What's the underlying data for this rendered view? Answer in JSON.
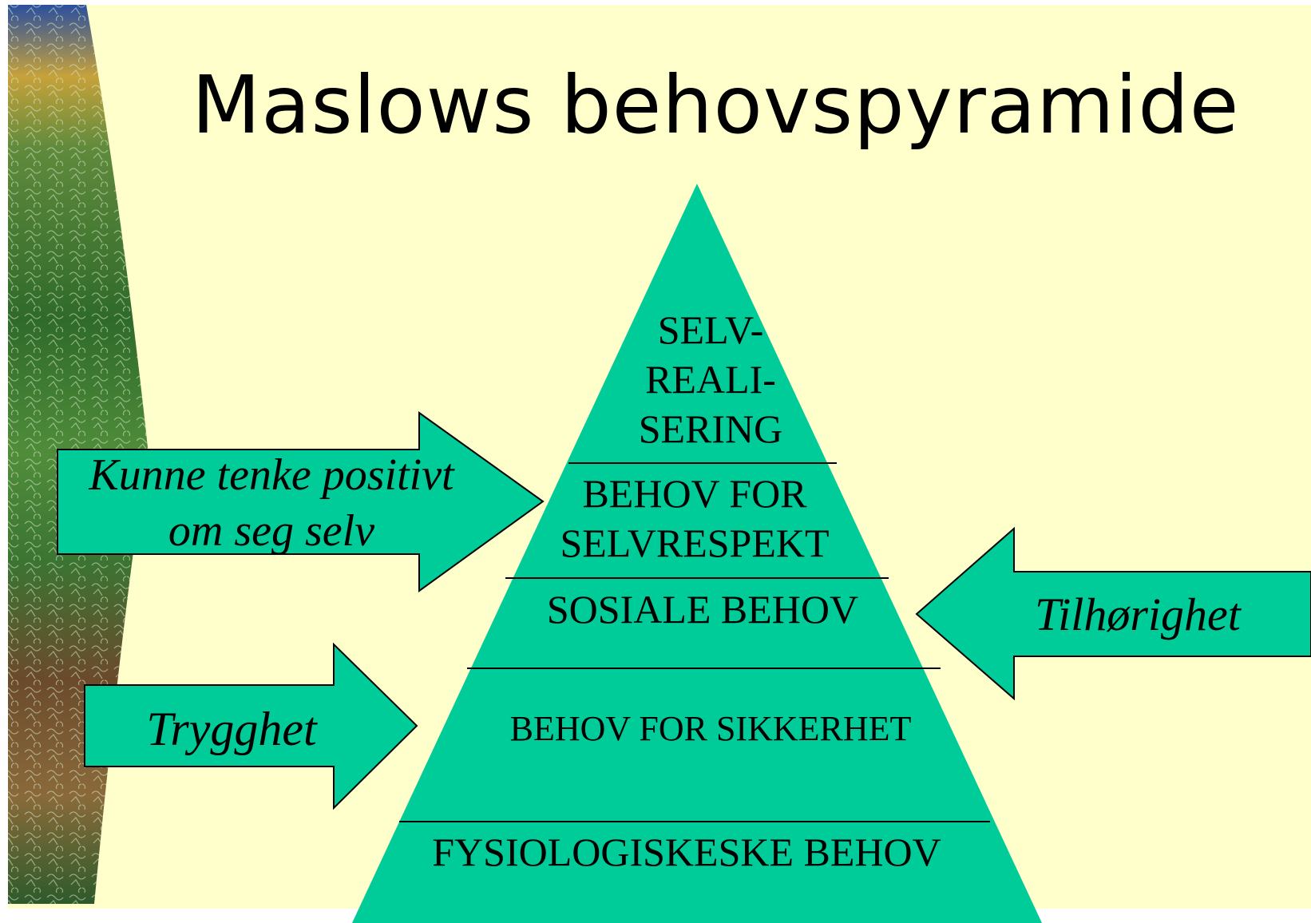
{
  "title": "Maslows behovspyramide",
  "colors": {
    "background": "#ffffcc",
    "pyramid_fill": "#00cc99",
    "line": "#000000",
    "sidebar_green": "#3a7a2e",
    "sidebar_blue": "#1d3f8a"
  },
  "pyramid": {
    "levels": [
      {
        "lines": [
          "SELV-",
          "REALI-",
          "SERING"
        ]
      },
      {
        "lines": [
          "BEHOV FOR",
          "SELVRESPEKT"
        ]
      },
      {
        "lines": [
          "SOSIALE BEHOV"
        ]
      },
      {
        "lines": [
          "BEHOV FOR SIKKERHET"
        ]
      },
      {
        "lines": [
          "FYSIOLOGISKESKE BEHOV"
        ]
      }
    ]
  },
  "arrows": {
    "self_esteem": {
      "lines": [
        "Kunne tenke positivt",
        "om seg selv"
      ],
      "direction": "right"
    },
    "safety": {
      "lines": [
        "Trygghet"
      ],
      "direction": "right"
    },
    "belonging": {
      "lines": [
        "Tilhørighet"
      ],
      "direction": "left"
    }
  }
}
